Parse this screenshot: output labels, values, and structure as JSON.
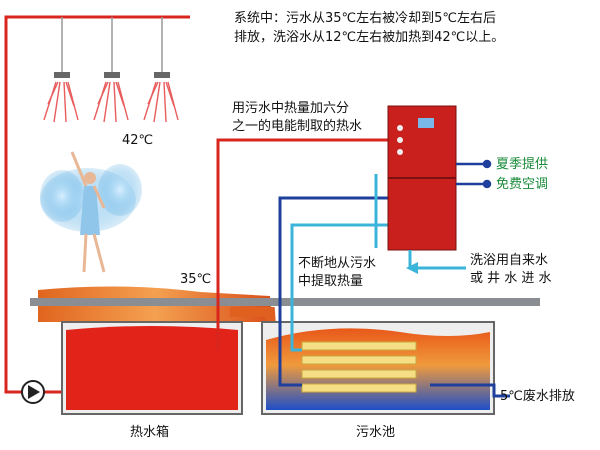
{
  "system_note": {
    "line1": "系统中：污水从35℃左右被冷却到5℃左右后",
    "line2": "排放，洗浴水从12℃左右被加热到42℃以上。"
  },
  "shower_temp": "42℃",
  "hot_water_note": {
    "line1": "用污水中热量加六分",
    "line2": "之一的电能制取的热水"
  },
  "extract_note": {
    "line1": "不断地从污水",
    "line2": "中提取热量"
  },
  "summer_ac": {
    "line1": "夏季提供",
    "line2": "免费空调"
  },
  "inlet_note": {
    "line1": "洗浴用自来水",
    "line2": "或 井 水 进 水"
  },
  "drain_temp": "35℃",
  "discharge_note": "5℃废水排放",
  "tank_hot_label": "热水箱",
  "tank_waste_label": "污水池",
  "colors": {
    "pipe_red": "#d8261f",
    "pipe_cyan": "#3ab4d8",
    "pipe_blue": "#1f3f9c",
    "unit_red": "#c9201d",
    "accent_green": "#1a8a3a"
  }
}
